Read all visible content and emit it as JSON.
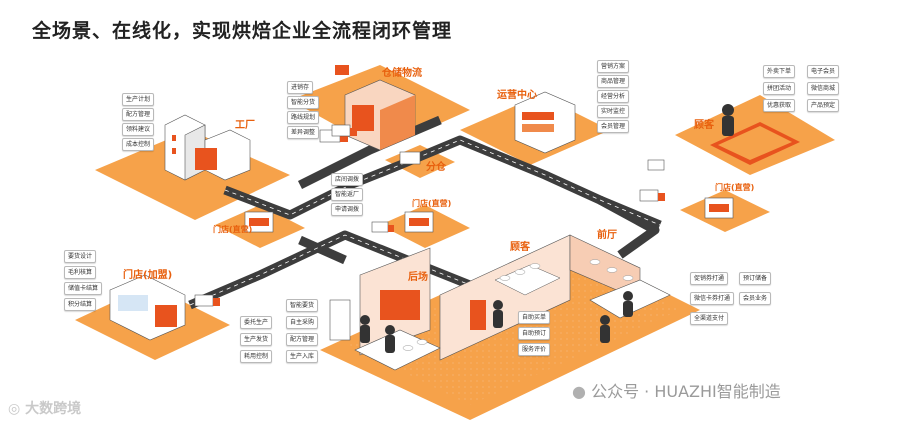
{
  "title": "全场景、在线化，实现烘焙企业全流程闭环管理",
  "zones": {
    "factory": "工厂",
    "logistics": "仓储物流",
    "ops_center": "运营中心",
    "customer_right": "顾客",
    "sub_warehouse": "分仓",
    "store_direct_left": "门店(直营)",
    "store_direct_mid": "门店(直营)",
    "store_direct_right": "门店(直营)",
    "store_franchise": "门店(加盟)",
    "backstage": "后场",
    "customer_store": "顾客",
    "front_hall": "前厅"
  },
  "tags": {
    "factory": [
      "生产计划",
      "配方管理",
      "领料建议",
      "成本控制"
    ],
    "logistics": [
      "进销存",
      "智能分货",
      "路线规划",
      "差异调整"
    ],
    "ops": [
      "营销方案",
      "商品管理",
      "经营分析",
      "实时监控",
      "会员管理"
    ],
    "customer": [
      "外卖下单",
      "电子会员",
      "拼团活动",
      "微信商城",
      "优惠获取",
      "产品预定"
    ],
    "route": [
      "店间调拨",
      "智能返厂",
      "申请调拨"
    ],
    "franchise": [
      "要货设计",
      "毛利核算",
      "储值卡结算",
      "积分结算"
    ],
    "backstage": [
      "智能要货",
      "委托生产",
      "自主采购",
      "生产发货",
      "配方管理",
      "耗用控制",
      "生产入库"
    ],
    "customer_store": [
      "自助买单",
      "自助预订",
      "服务评价"
    ],
    "front": [
      "促销券打通",
      "预订储备",
      "微信卡券打通",
      "会员业务",
      "全渠道支付"
    ]
  },
  "watermark": "公众号 · HUAZHI智能制造",
  "logo": "大数跨境"
}
